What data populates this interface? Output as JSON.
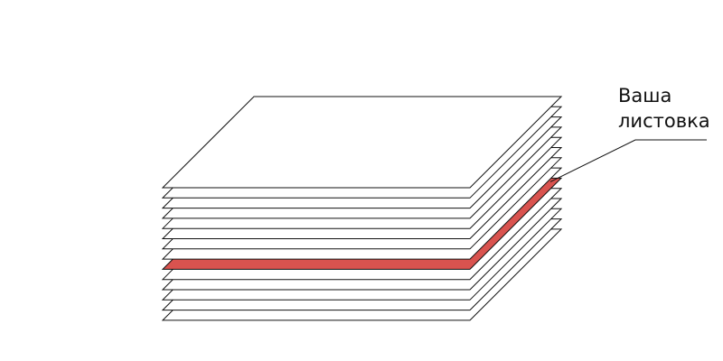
{
  "callout": {
    "line1": "Ваша",
    "line2": "листовка"
  },
  "stack": {
    "sheet_count": 14,
    "highlighted_sheet": 9,
    "colors": {
      "sheet_fill": "#ffffff",
      "sheet_stroke": "#111111",
      "highlight_fill": "#d9534f"
    }
  }
}
